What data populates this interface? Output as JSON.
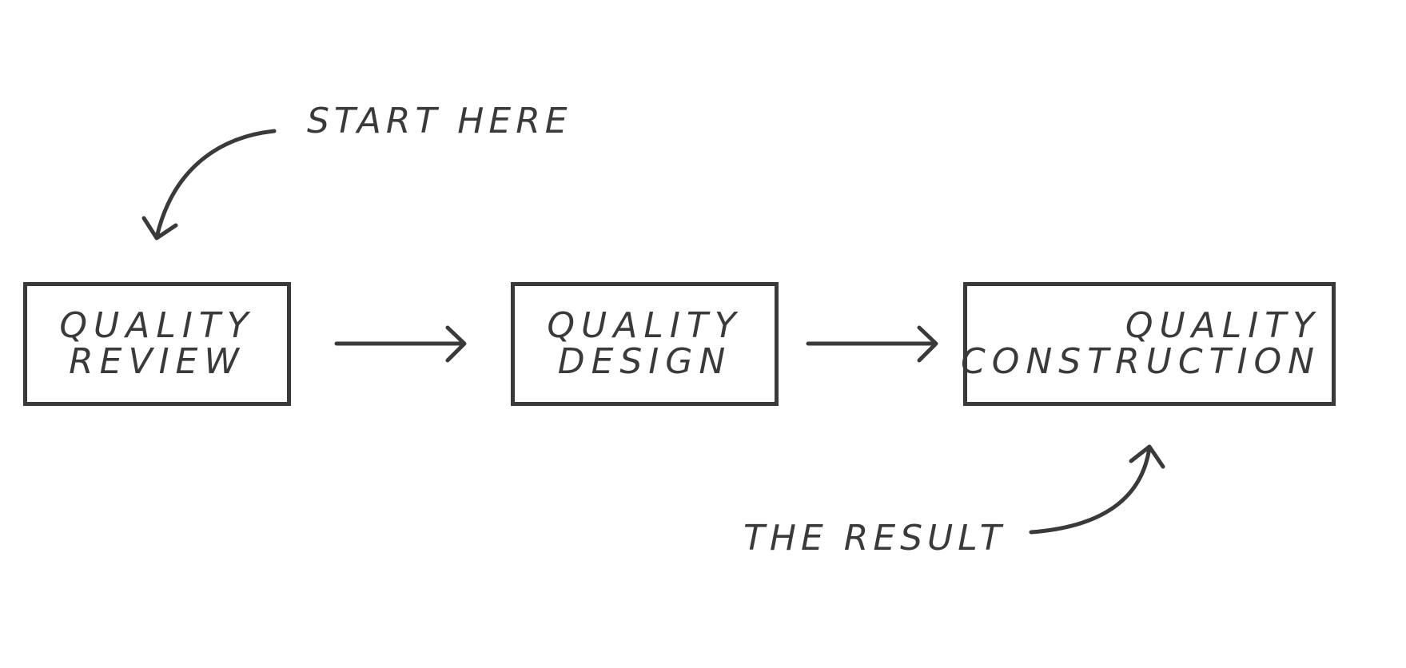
{
  "diagram": {
    "notes": {
      "start": "START HERE",
      "result": "THE RESULT"
    },
    "boxes": [
      {
        "line1": "QUALITY",
        "line2": "REVIEW"
      },
      {
        "line1": "QUALITY",
        "line2": "DESIGN"
      },
      {
        "line1": "QUALITY",
        "line2": "CONSTRUCTION"
      }
    ],
    "colors": {
      "ink": "#3a3a3a",
      "background": "#ffffff"
    }
  }
}
